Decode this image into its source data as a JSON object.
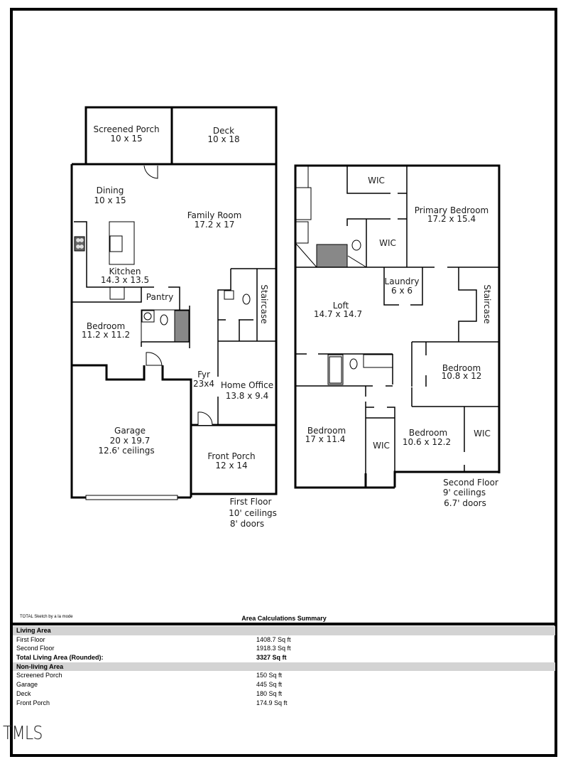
{
  "first_floor": {
    "caption": [
      "First Floor",
      "10' ceilings",
      "8' doors"
    ],
    "rooms": {
      "screened_porch": {
        "name": "Screened Porch",
        "dims": "10 x 15"
      },
      "deck": {
        "name": "Deck",
        "dims": "10 x 18"
      },
      "dining": {
        "name": "Dining",
        "dims": "10 x 15"
      },
      "family_room": {
        "name": "Family Room",
        "dims": "17.2 x 17"
      },
      "kitchen": {
        "name": "Kitchen",
        "dims": "14.3 x 13.5"
      },
      "pantry": {
        "name": "Pantry"
      },
      "staircase": {
        "name": "Staircase"
      },
      "bedroom": {
        "name": "Bedroom",
        "dims": "11.2 x 11.2"
      },
      "foyer": {
        "name": "Fyr",
        "dims": "23x4"
      },
      "home_office": {
        "name": "Home Office",
        "dims": "13.8 x 9.4"
      },
      "garage": {
        "name": "Garage",
        "dims": "20 x 19.7",
        "note": "12.6' ceilings"
      },
      "front_porch": {
        "name": "Front Porch",
        "dims": "12 x 14"
      }
    }
  },
  "second_floor": {
    "caption": [
      "Second Floor",
      "9' ceilings",
      "6.7' doors"
    ],
    "rooms": {
      "wic_top": {
        "name": "WIC"
      },
      "wic_primary": {
        "name": "WIC"
      },
      "primary_bedroom": {
        "name": "Primary Bedroom",
        "dims": "17.2 x 15.4"
      },
      "laundry": {
        "name": "Laundry",
        "dims": "6 x 6"
      },
      "loft": {
        "name": "Loft",
        "dims": "14.7 x 14.7"
      },
      "staircase": {
        "name": "Staircase"
      },
      "bedroom_right": {
        "name": "Bedroom",
        "dims": "10.8 x 12"
      },
      "bedroom_left": {
        "name": "Bedroom",
        "dims": "17 x 11.4"
      },
      "wic_left": {
        "name": "WIC"
      },
      "bedroom_middle": {
        "name": "Bedroom",
        "dims": "10.6 x 12.2"
      },
      "wic_right": {
        "name": "WIC"
      }
    }
  },
  "footer": {
    "credit": "TOTAL Sketch by a la mode",
    "summary_title": "Area Calculations Summary",
    "rows": [
      {
        "type": "section",
        "label": "Living Area",
        "value": ""
      },
      {
        "type": "item",
        "label": "First Floor",
        "value": "1408.7 Sq ft"
      },
      {
        "type": "item",
        "label": "Second Floor",
        "value": "1918.3 Sq ft"
      },
      {
        "type": "bold",
        "label": "Total Living Area (Rounded):",
        "value": "3327 Sq ft"
      },
      {
        "type": "section",
        "label": "Non-living Area",
        "value": ""
      },
      {
        "type": "item",
        "label": "Screened Porch",
        "value": "150 Sq ft"
      },
      {
        "type": "item",
        "label": "Garage",
        "value": "445 Sq ft"
      },
      {
        "type": "item",
        "label": "Deck",
        "value": "180 Sq ft"
      },
      {
        "type": "item",
        "label": "Front Porch",
        "value": "174.9 Sq ft"
      }
    ]
  },
  "logo": "TMLS"
}
